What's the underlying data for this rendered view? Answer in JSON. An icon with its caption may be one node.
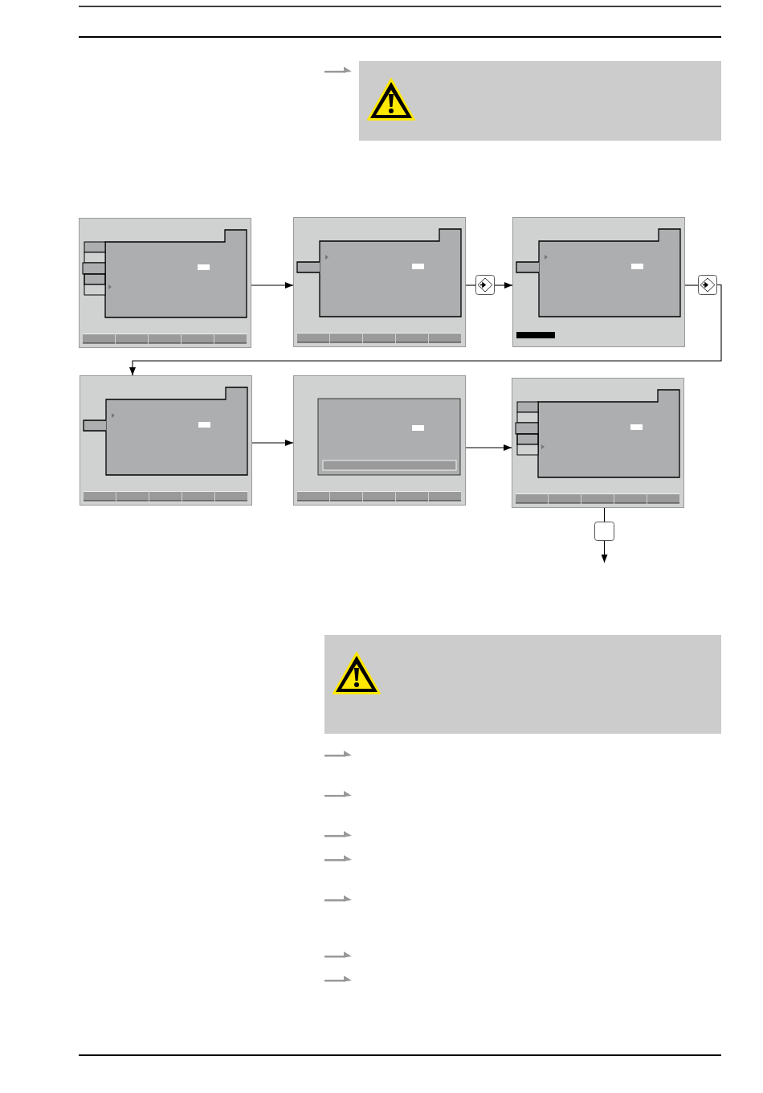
{
  "diagram": {
    "nodes": [
      {
        "text": [],
        "shape": "screen"
      },
      {
        "text": [],
        "shape": "screen"
      },
      {
        "text": [],
        "shape": "key"
      },
      {
        "text": [],
        "shape": "screen"
      },
      {
        "text": [],
        "shape": "key"
      },
      {
        "text": [],
        "shape": "screen"
      },
      {
        "text": [],
        "shape": "screen"
      },
      {
        "text": [],
        "shape": "screen"
      },
      {
        "text": [],
        "shape": "box"
      }
    ],
    "edges": [
      {
        "from": 0,
        "to": 1,
        "arrow": "to"
      },
      {
        "from": 1,
        "to": 2,
        "arrow": "none"
      },
      {
        "from": 2,
        "to": 3,
        "arrow": "to"
      },
      {
        "from": 3,
        "to": 4,
        "arrow": "none"
      },
      {
        "from": 4,
        "to": 5,
        "arrow": "to"
      },
      {
        "from": 5,
        "to": 6,
        "arrow": "to"
      },
      {
        "from": 6,
        "to": 7,
        "arrow": "to"
      },
      {
        "from": 7,
        "to": 8,
        "arrow": "none"
      },
      {
        "from": 8,
        "to": null,
        "arrow": "to"
      }
    ]
  }
}
